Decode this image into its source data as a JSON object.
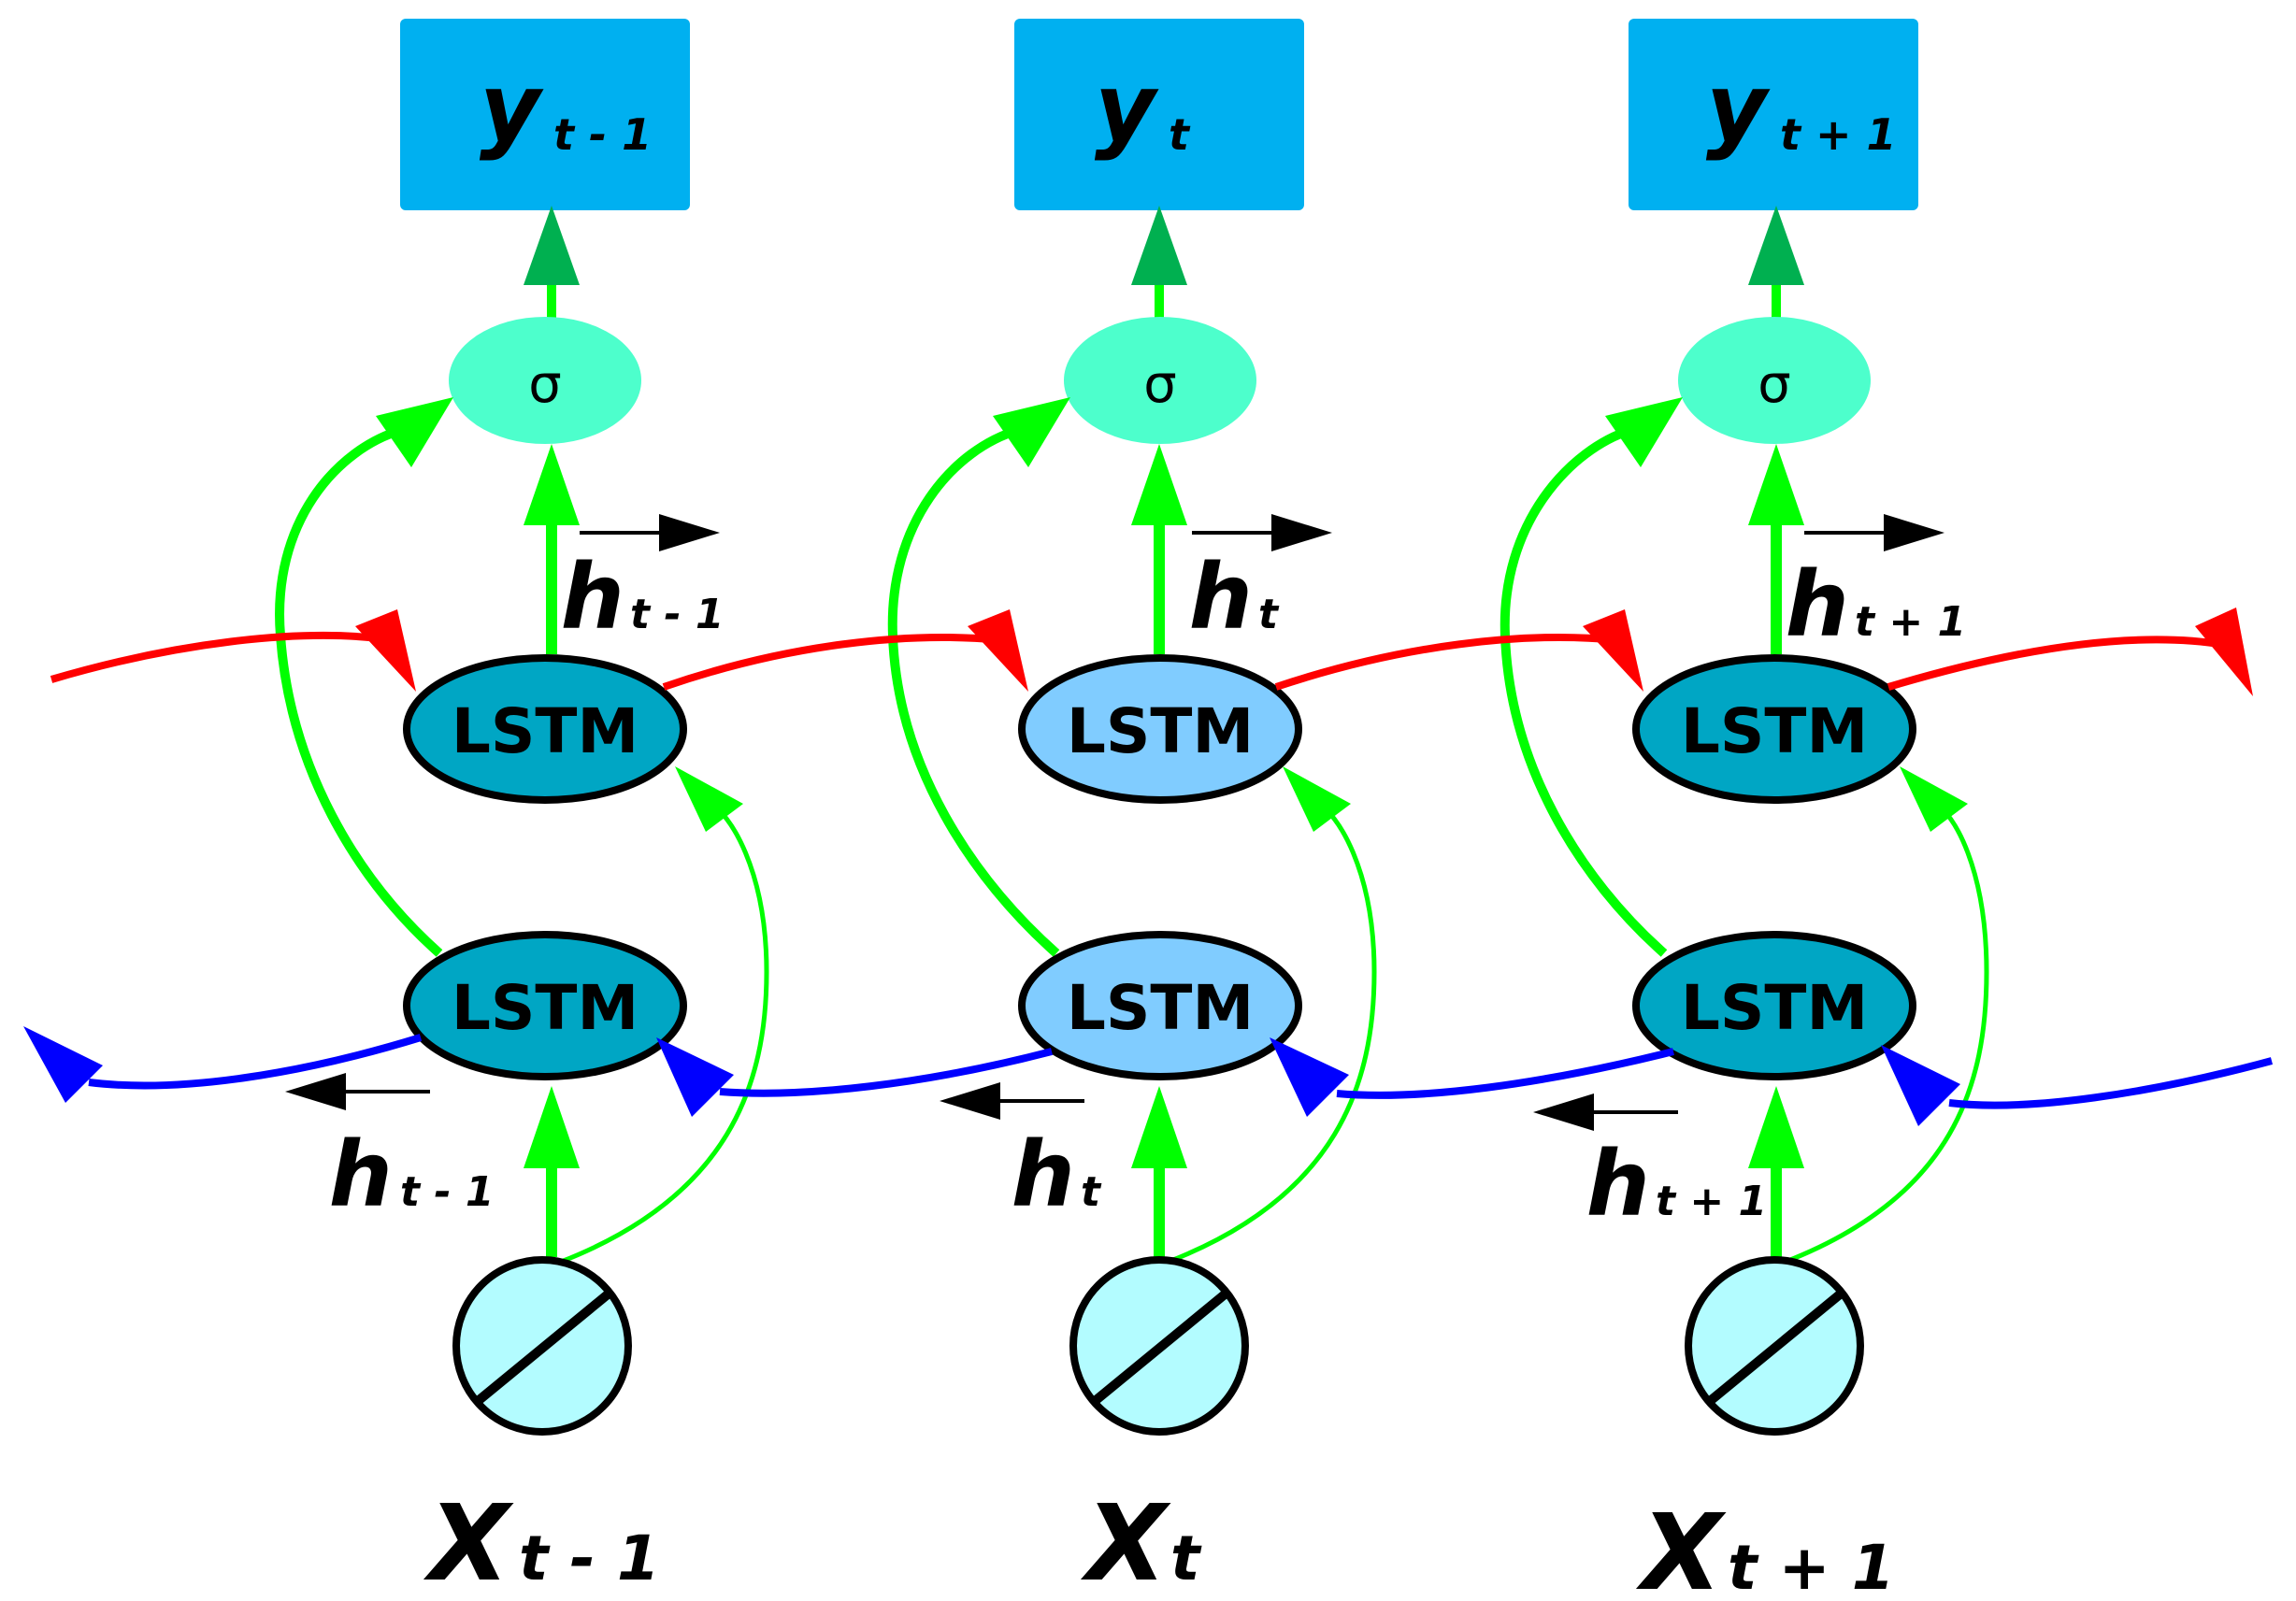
{
  "colors": {
    "output_box": "#00b0f0",
    "sigma_node": "#4dffcc",
    "lstm_dark": "#00a6c4",
    "lstm_light": "#80ccff",
    "input_node": "#b3fcff",
    "forward_arrow": "#ff0000",
    "backward_arrow": "#0000ff",
    "connection": "#00ff00",
    "output_arrow_head": "#00b050"
  },
  "lstm_label": "LSTM",
  "sigma_symbol": "σ",
  "timesteps": [
    {
      "id": "t-1",
      "output": {
        "main": "y",
        "sub": "t - 1"
      },
      "forward_hidden": {
        "main": "h",
        "sub": "t - 1"
      },
      "backward_hidden": {
        "main": "h",
        "sub": "t - 1"
      },
      "input": {
        "main": "X",
        "sub": "t - 1"
      },
      "lstm_style": "dark"
    },
    {
      "id": "t",
      "output": {
        "main": "y",
        "sub": "t"
      },
      "forward_hidden": {
        "main": "h",
        "sub": "t"
      },
      "backward_hidden": {
        "main": "h",
        "sub": "t"
      },
      "input": {
        "main": "X",
        "sub": "t"
      },
      "lstm_style": "light"
    },
    {
      "id": "t+1",
      "output": {
        "main": "y",
        "sub": "t + 1"
      },
      "forward_hidden": {
        "main": "h",
        "sub": "t + 1"
      },
      "backward_hidden": {
        "main": "h",
        "sub": "t + 1"
      },
      "input": {
        "main": "X",
        "sub": "t + 1"
      },
      "lstm_style": "dark"
    }
  ]
}
